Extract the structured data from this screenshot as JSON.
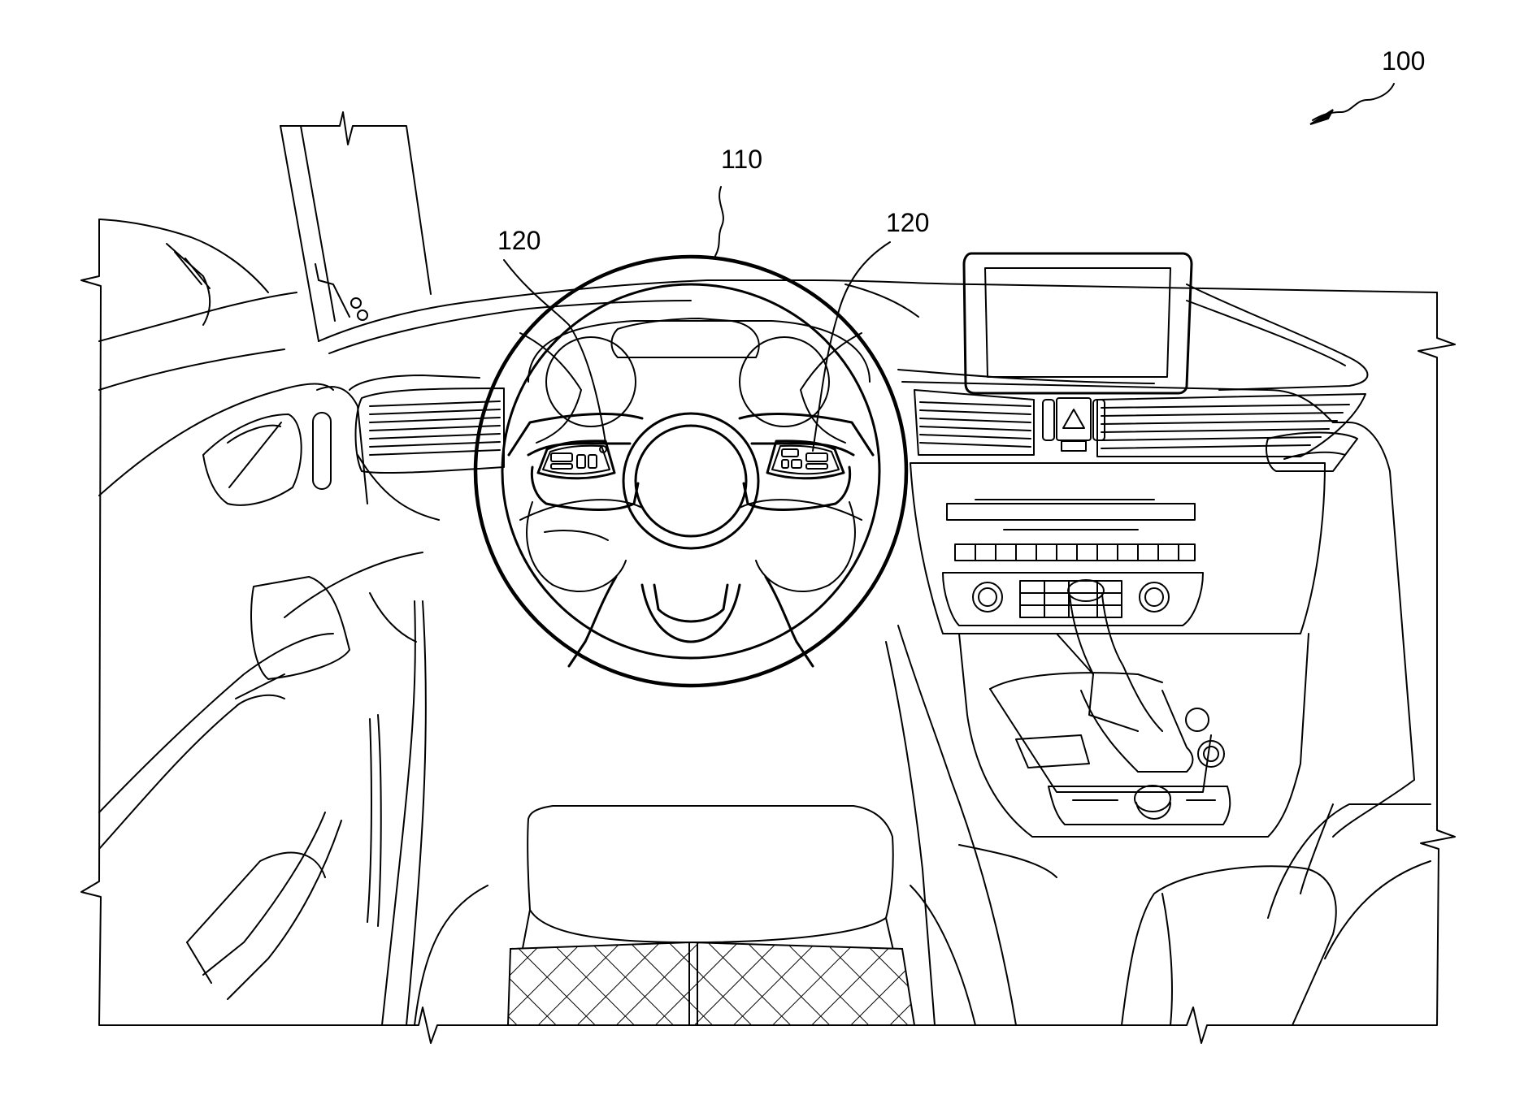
{
  "figure": {
    "labels": {
      "figure_ref": "100",
      "steering_wheel": "110",
      "left_controls": "120",
      "right_controls": "120"
    }
  }
}
